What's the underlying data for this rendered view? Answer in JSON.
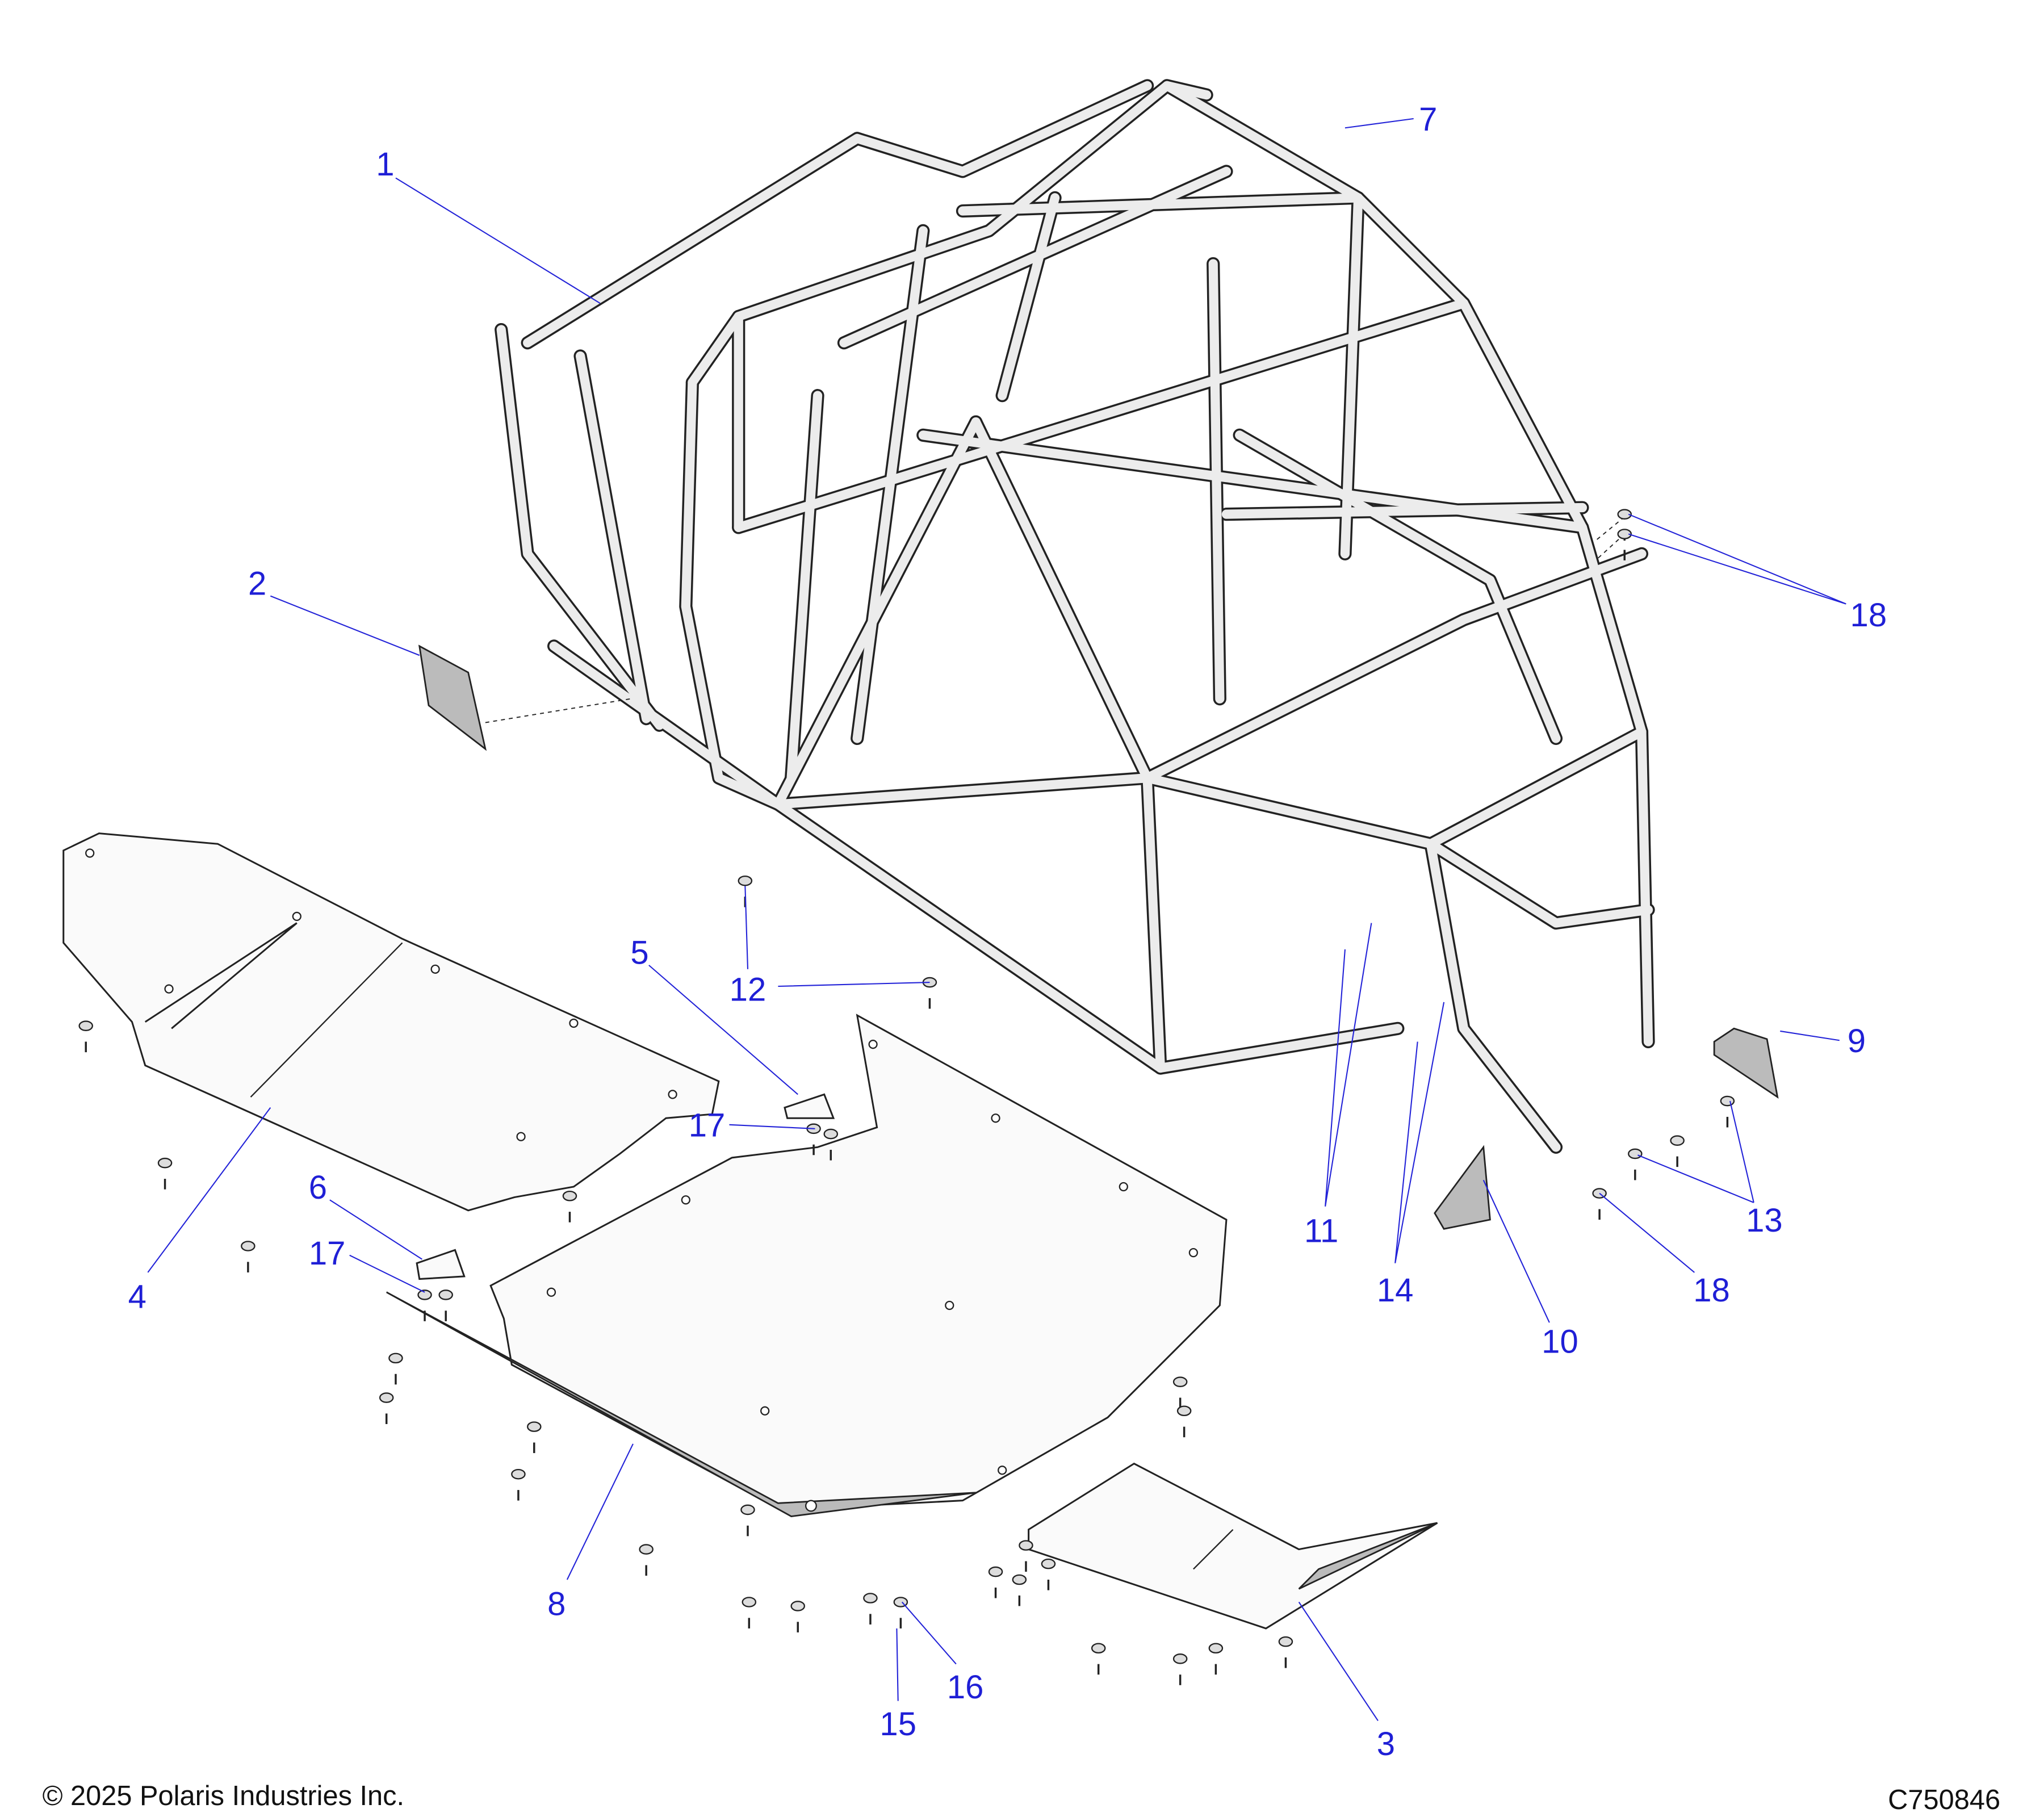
{
  "diagram": {
    "callouts": [
      {
        "label": "1"
      },
      {
        "label": "2"
      },
      {
        "label": "3"
      },
      {
        "label": "4"
      },
      {
        "label": "5"
      },
      {
        "label": "6"
      },
      {
        "label": "7"
      },
      {
        "label": "8"
      },
      {
        "label": "9"
      },
      {
        "label": "10"
      },
      {
        "label": "11"
      },
      {
        "label": "12"
      },
      {
        "label": "13"
      },
      {
        "label": "14"
      },
      {
        "label": "15"
      },
      {
        "label": "16"
      },
      {
        "label": "17"
      },
      {
        "label": "17"
      },
      {
        "label": "18"
      },
      {
        "label": "18"
      }
    ]
  },
  "footer": {
    "copyright": "© 2025 Polaris Industries Inc.",
    "diagram_id": "C750846"
  }
}
